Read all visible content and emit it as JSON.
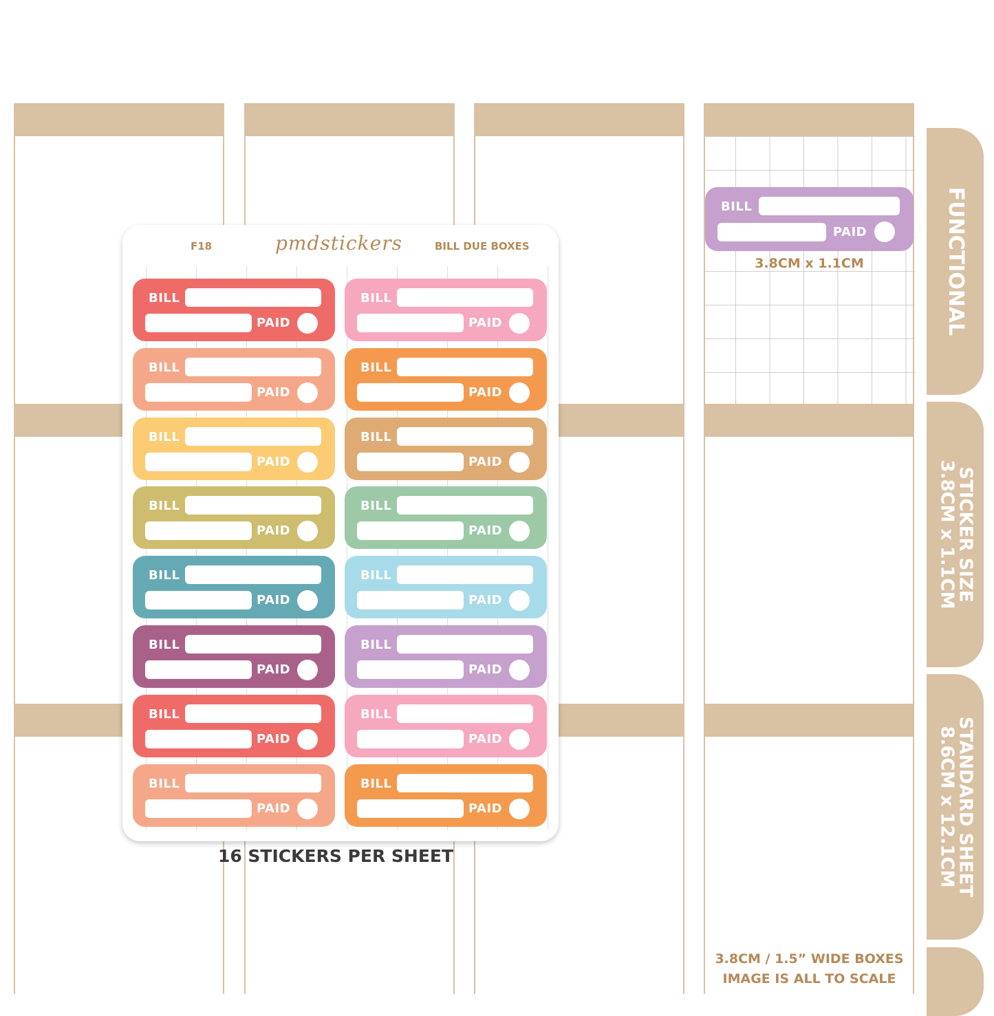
{
  "sheet": {
    "code": "F18",
    "brand": "pmdstickers",
    "name": "BILL DUE BOXES",
    "count_caption": "16 STICKERS PER SHEET"
  },
  "sticker_labels": {
    "bill": "BILL",
    "paid": "PAID"
  },
  "stickers": [
    {
      "color": "#ef6b68"
    },
    {
      "color": "#f6a8bf"
    },
    {
      "color": "#f5a889"
    },
    {
      "color": "#f49a4e"
    },
    {
      "color": "#fbcc73"
    },
    {
      "color": "#dfab74"
    },
    {
      "color": "#cfbd6f"
    },
    {
      "color": "#9dc9a7"
    },
    {
      "color": "#65a9b5"
    },
    {
      "color": "#a8dbe9"
    },
    {
      "color": "#a9618a"
    },
    {
      "color": "#c6a1cd"
    },
    {
      "color": "#ef6b68"
    },
    {
      "color": "#f6a8bf"
    },
    {
      "color": "#f5a889"
    },
    {
      "color": "#f49a4e"
    }
  ],
  "sample": {
    "size_caption": "3.8CM x 1.1CM",
    "color": "#c6a1cd"
  },
  "tabs": {
    "functional": "FUNCTIONAL",
    "sticker_size_title": "STICKER SIZE",
    "sticker_size_value": "3.8CM x 1.1CM",
    "standard_sheet_title": "STANDARD SHEET",
    "standard_sheet_value": "8.6CM x 12.1CM"
  },
  "footer": {
    "line1": "3.8CM / 1.5” WIDE BOXES",
    "line2": "IMAGE IS ALL TO SCALE"
  },
  "colors": {
    "planner_tan": "#d9c1a4",
    "brand_brown": "#b58a58"
  }
}
